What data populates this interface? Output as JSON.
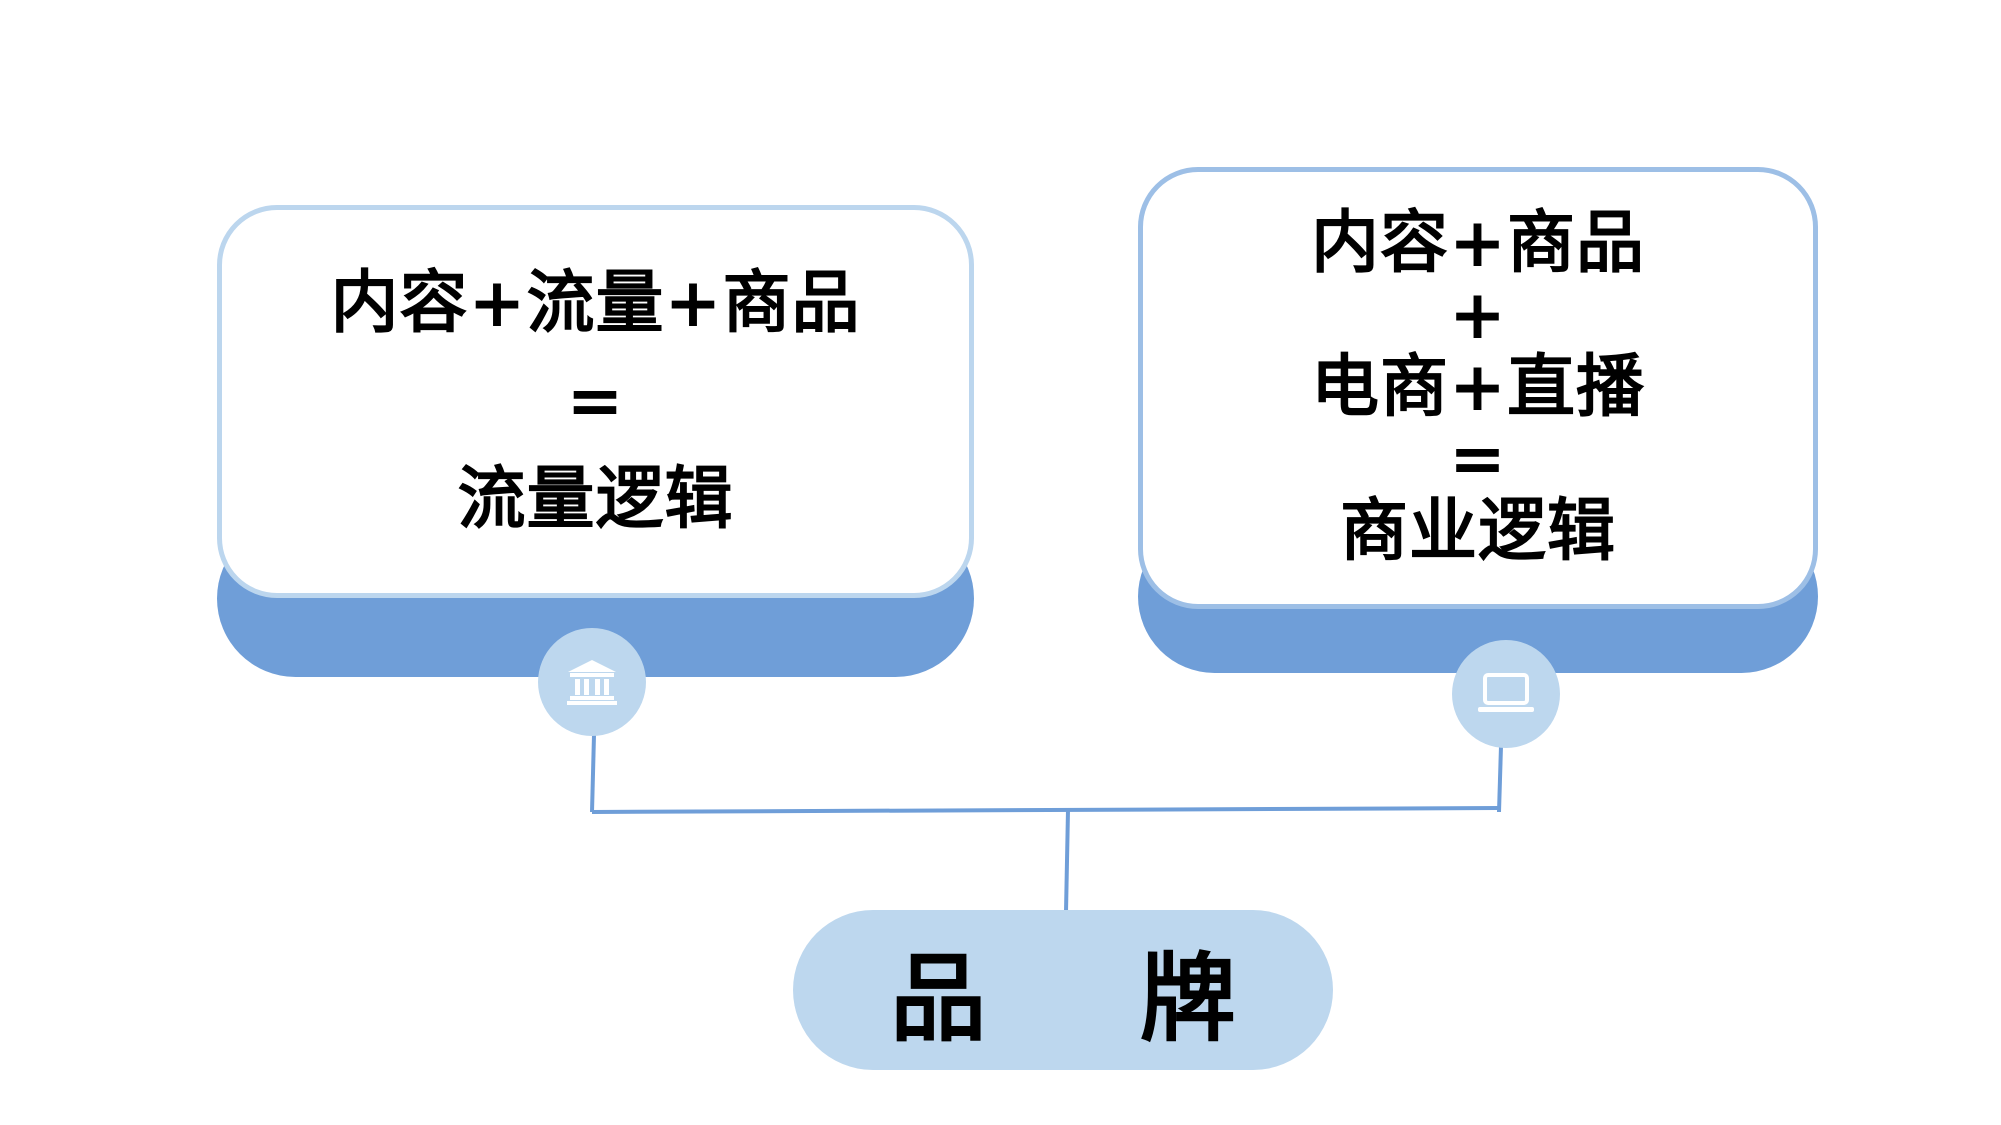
{
  "left_card": {
    "lines": [
      "内容+流量+商品",
      "=",
      "流量逻辑"
    ],
    "icon": "bank-icon"
  },
  "right_card": {
    "lines": [
      "内容+商品",
      "+",
      "电商+直播",
      "=",
      "商业逻辑"
    ],
    "icon": "laptop-icon"
  },
  "brand": {
    "label": "品 牌"
  },
  "colors": {
    "card_shadow": "#6f9ed8",
    "card_border_left": "#bcd6ee",
    "card_border_right": "#9dbfe6",
    "icon_circle": "#bdd7ee",
    "connector": "#6f9ed8",
    "brand_pill": "#bdd7ee"
  }
}
